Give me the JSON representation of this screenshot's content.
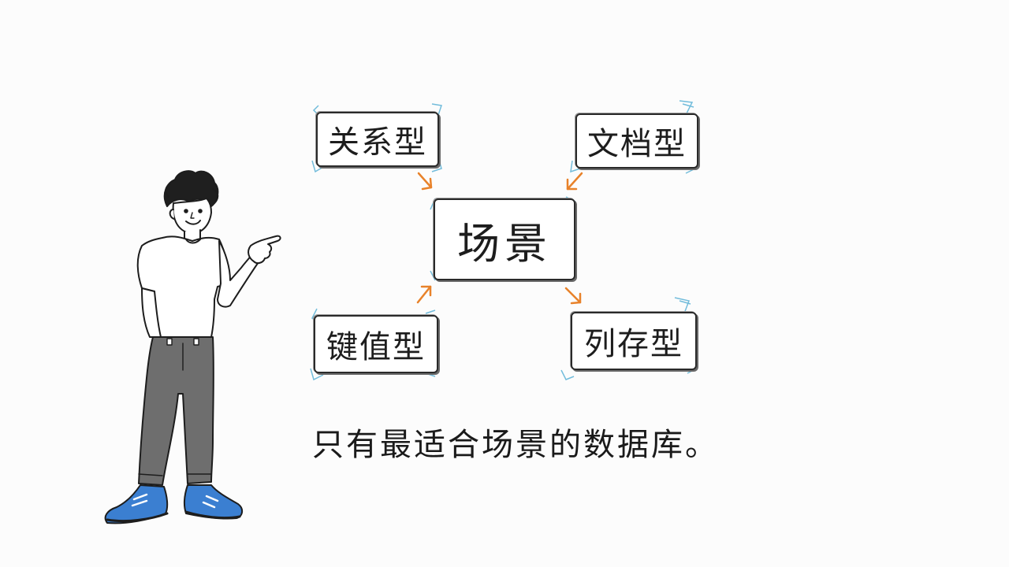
{
  "diagram": {
    "center": {
      "label": "场景"
    },
    "nodes": [
      {
        "id": "relational",
        "label": "关系型"
      },
      {
        "id": "document",
        "label": "文档型"
      },
      {
        "id": "keyvalue",
        "label": "键值型"
      },
      {
        "id": "column",
        "label": "列存型"
      }
    ],
    "edges": [
      {
        "from": "关系型",
        "to": "场景"
      },
      {
        "from": "文档型",
        "to": "场景"
      },
      {
        "from": "键值型",
        "to": "场景"
      },
      {
        "from": "场景",
        "to": "列存型"
      }
    ],
    "caption": "只有最适合场景的数据库。"
  },
  "colors": {
    "arrow": "#e8822a",
    "box_accent": "#5bb2d6",
    "shoes": "#3b7fd1",
    "pants": "#6e6e6e",
    "ink": "#1d1d1d"
  },
  "icons": {
    "character": "person-pointing-illustration"
  }
}
